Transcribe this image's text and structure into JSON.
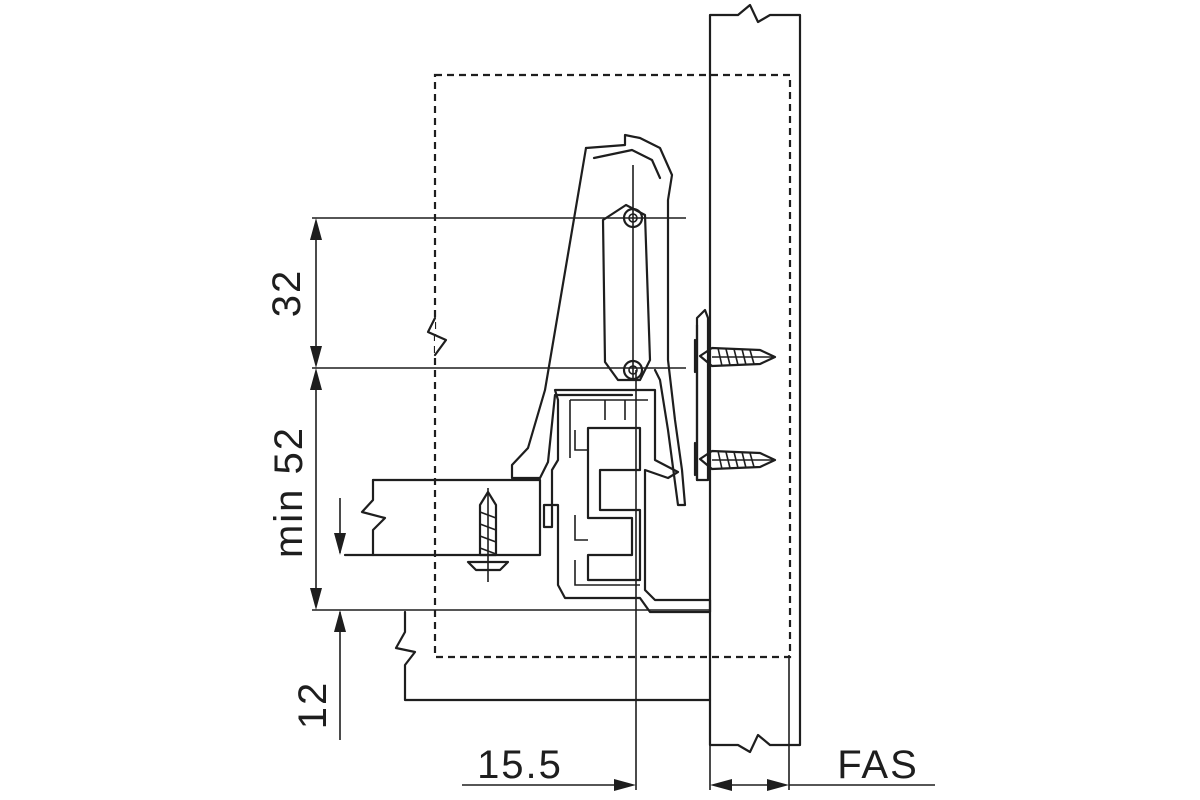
{
  "dimensions": {
    "height_32": "32",
    "height_min52": "min 52",
    "height_12": "12",
    "offset_15_5": "15.5",
    "fas_label": "FAS"
  },
  "colors": {
    "line": "#1e1e1e",
    "background": "#ffffff"
  }
}
